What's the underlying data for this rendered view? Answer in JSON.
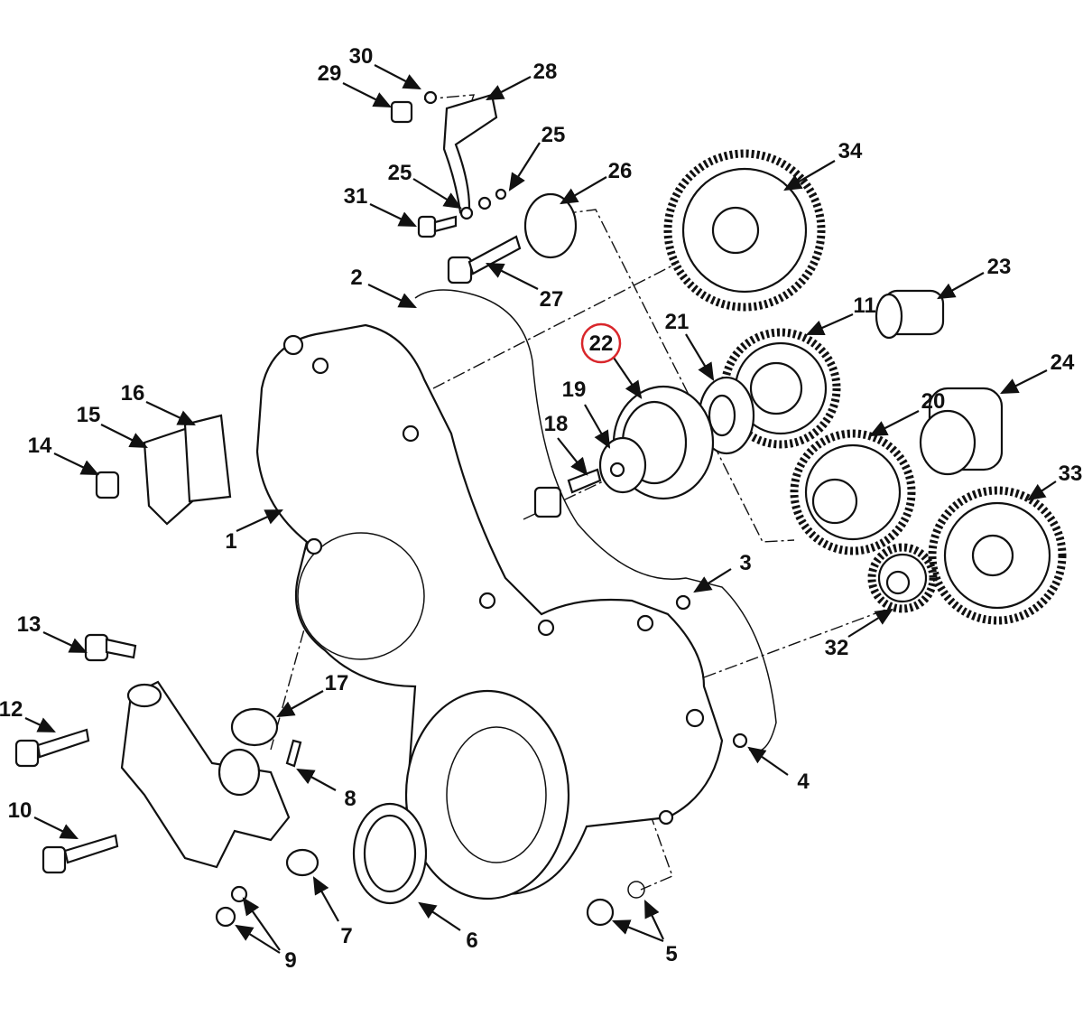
{
  "title": "Timing cover and gear train exploded parts diagram",
  "highlight_color": "#d9262b",
  "highlighted_callout": "22",
  "labels": {
    "l1": "1",
    "l2": "2",
    "l3": "3",
    "l4": "4",
    "l5": "5",
    "l6": "6",
    "l7": "7",
    "l8": "8",
    "l9": "9",
    "l10": "10",
    "l11": "11",
    "l12": "12",
    "l13": "13",
    "l14": "14",
    "l15": "15",
    "l16": "16",
    "l17": "17",
    "l18": "18",
    "l19": "19",
    "l20": "20",
    "l21": "21",
    "l22": "22",
    "l23": "23",
    "l24": "24",
    "l25a": "25",
    "l25b": "25",
    "l26": "26",
    "l27": "27",
    "l28": "28",
    "l29": "29",
    "l30": "30",
    "l31": "31",
    "l32": "32",
    "l33": "33",
    "l34": "34"
  }
}
